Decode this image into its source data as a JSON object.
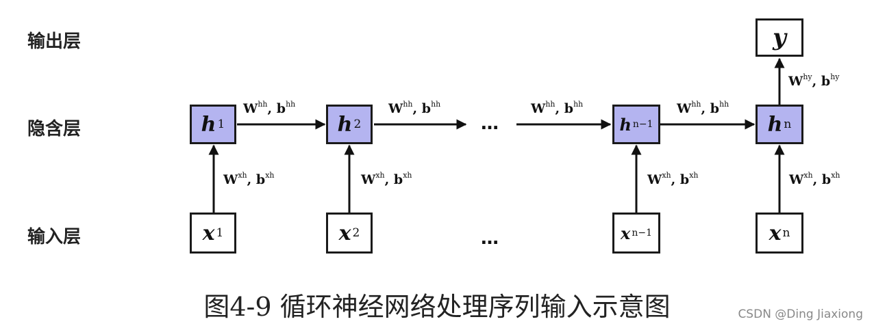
{
  "layers": {
    "output": "输出层",
    "hidden": "隐含层",
    "input": "输入层"
  },
  "nodes": {
    "y": "y",
    "h1": {
      "base": "h",
      "sub": "1"
    },
    "h2": {
      "base": "h",
      "sub": "2"
    },
    "hn1": {
      "base": "h",
      "sub": "n−1"
    },
    "hn": {
      "base": "h",
      "sub": "n"
    },
    "x1": {
      "base": "x",
      "sub": "1"
    },
    "x2": {
      "base": "x",
      "sub": "2"
    },
    "xn1": {
      "base": "x",
      "sub": "n−1"
    },
    "xn": {
      "base": "x",
      "sub": "n"
    }
  },
  "weights": {
    "hh": {
      "W": "W",
      "Wsup": "hh",
      "sep": ",",
      "b": "b",
      "bsup": "hh"
    },
    "xh": {
      "W": "W",
      "Wsup": "xh",
      "sep": ",",
      "b": "b",
      "bsup": "xh"
    },
    "hy": {
      "W": "W",
      "Wsup": "hy",
      "sep": ",",
      "b": "b",
      "bsup": "hy"
    }
  },
  "ellipsis": "…",
  "caption": "图4-9 循环神经网络处理序列输入示意图",
  "watermark": "CSDN @Ding Jiaxiong"
}
